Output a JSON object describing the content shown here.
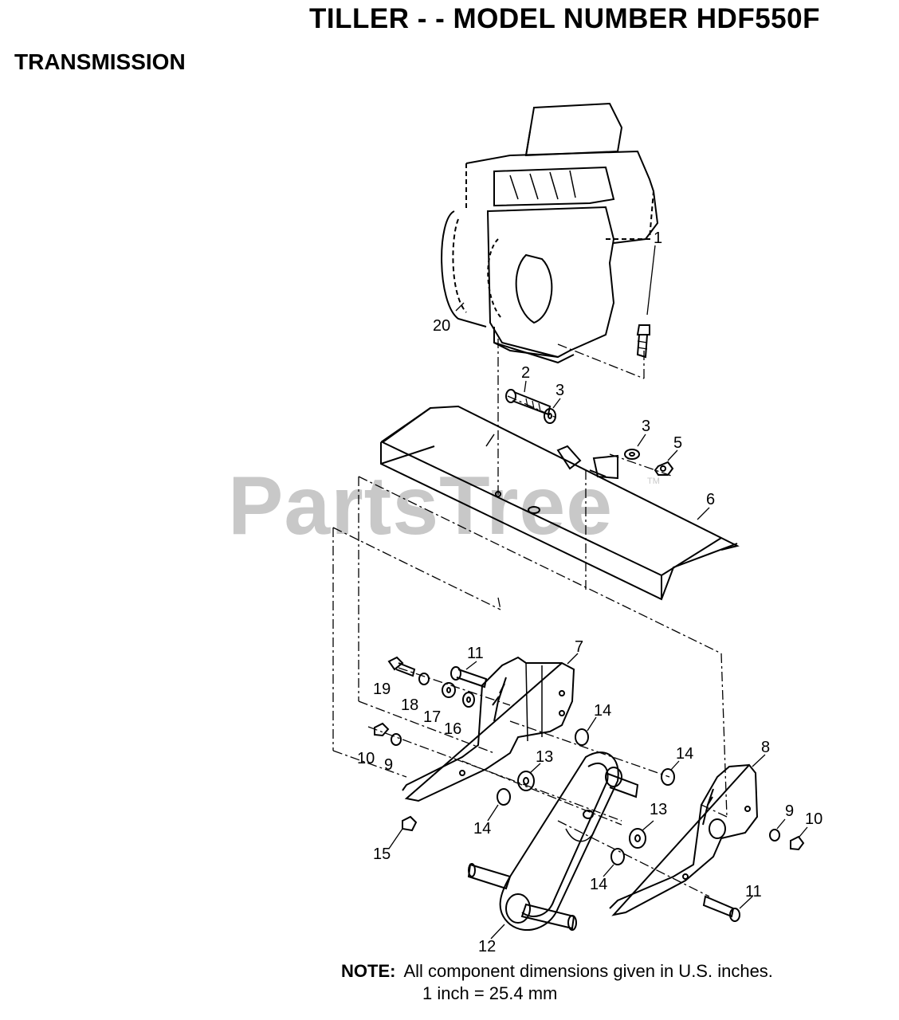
{
  "title": "TILLER - - MODEL NUMBER HDF550F",
  "section": "TRANSMISSION",
  "watermark": "PartsTree",
  "watermark_tm": "TM",
  "parts": [
    {
      "id": "p1",
      "label": "1"
    },
    {
      "id": "p2",
      "label": "2"
    },
    {
      "id": "p3a",
      "label": "3"
    },
    {
      "id": "p3b",
      "label": "3"
    },
    {
      "id": "p5",
      "label": "5"
    },
    {
      "id": "p6",
      "label": "6"
    },
    {
      "id": "p7",
      "label": "7"
    },
    {
      "id": "p8",
      "label": "8"
    },
    {
      "id": "p9a",
      "label": "9"
    },
    {
      "id": "p9b",
      "label": "9"
    },
    {
      "id": "p10a",
      "label": "10"
    },
    {
      "id": "p10b",
      "label": "10"
    },
    {
      "id": "p11a",
      "label": "11"
    },
    {
      "id": "p11b",
      "label": "11"
    },
    {
      "id": "p12",
      "label": "12"
    },
    {
      "id": "p13a",
      "label": "13"
    },
    {
      "id": "p13b",
      "label": "13"
    },
    {
      "id": "p14a",
      "label": "14"
    },
    {
      "id": "p14b",
      "label": "14"
    },
    {
      "id": "p14c",
      "label": "14"
    },
    {
      "id": "p14d",
      "label": "14"
    },
    {
      "id": "p15",
      "label": "15"
    },
    {
      "id": "p16",
      "label": "16"
    },
    {
      "id": "p17",
      "label": "17"
    },
    {
      "id": "p18",
      "label": "18"
    },
    {
      "id": "p19",
      "label": "19"
    },
    {
      "id": "p20",
      "label": "20"
    }
  ],
  "note": {
    "label": "NOTE:",
    "line1": "All component dimensions given in U.S. inches.",
    "line2": "1 inch = 25.4 mm"
  }
}
